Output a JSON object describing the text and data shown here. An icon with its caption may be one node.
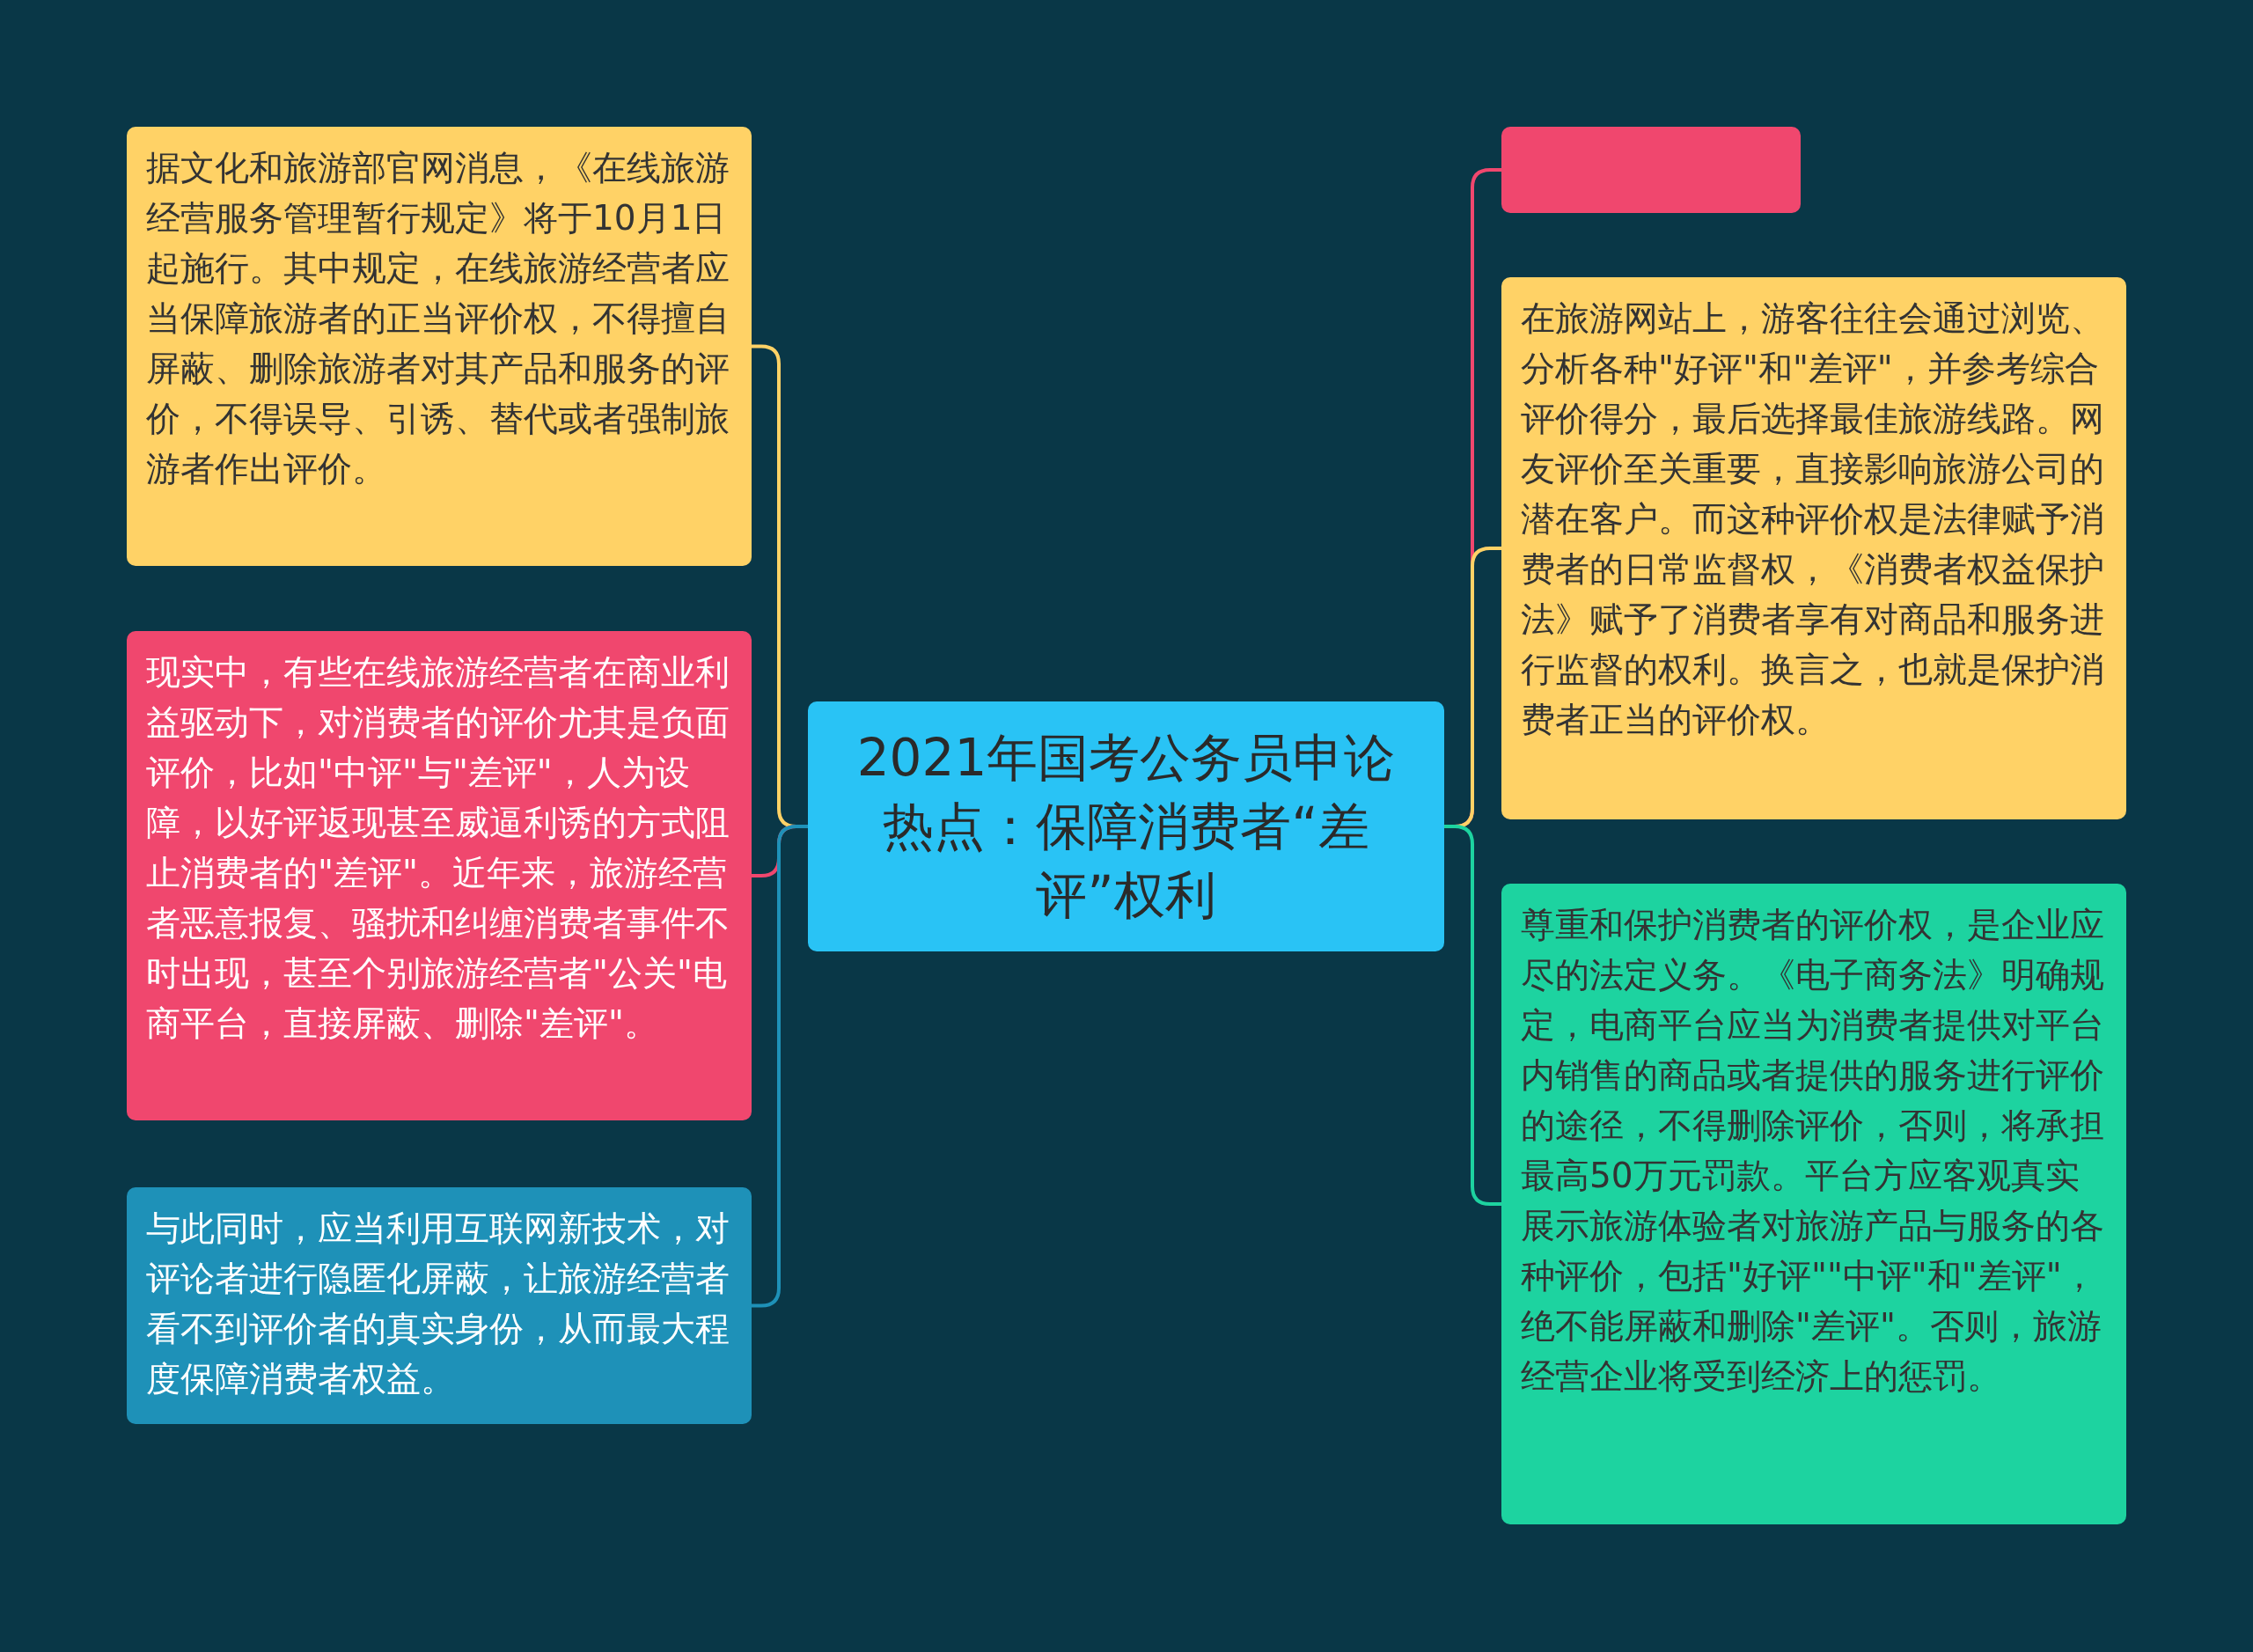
{
  "diagram": {
    "nodes": [
      {
        "text": [
          "2021年国考公务员申论热点：保障消费者“差评”权利"
        ]
      },
      {
        "text": [
          "据文化和旅游部官网消息，《在线旅游经营服务管理暂行规定》将于10月1日起施行。其中规定，在线旅游经营者应当保障旅游者的正当评价权，不得擅自屏蔽、删除旅游者对其产品和服务的评价，不得误导、引诱、替代或者强制旅游者作出评价。"
        ]
      },
      {
        "text": [
          "现实中，有些在线旅游经营者在商业利益驱动下，对消费者的评价尤其是负面评价，比如\"中评\"与\"差评\"，人为设障，以好评返现甚至威逼利诱的方式阻止消费者的\"差评\"。近年来，旅游经营者恶意报复、骚扰和纠缠消费者事件不时出现，甚至个别旅游经营者\"公关\"电商平台，直接屏蔽、删除\"差评\"。"
        ]
      },
      {
        "text": [
          "与此同时，应当利用互联网新技术，对评论者进行隐匿化屏蔽，让旅游经营者看不到评价者的真实身份，从而最大程度保障消费者权益。"
        ]
      },
      {
        "text": [],
        "shape": "box"
      },
      {
        "text": [
          "在旅游网站上，游客往往会通过浏览、分析各种\"好评\"和\"差评\"，并参考综合评价得分，最后选择最佳旅游线路。网友评价至关重要，直接影响旅游公司的潜在客户。而这种评价权是法律赋予消费者的日常监督权，《消费者权益保护法》赋予了消费者享有对商品和服务进行监督的权利。换言之，也就是保护消费者正当的评价权。"
        ]
      },
      {
        "text": [
          "尊重和保护消费者的评价权，是企业应尽的法定义务。《电子商务法》明确规定，电商平台应当为消费者提供对平台内销售的商品或者提供的服务进行评价的途径，不得删除评价，否则，将承担最高50万元罚款。平台方应客观真实展示旅游体验者对旅游产品与服务的各种评价，包括\"好评\"\"中评\"和\"差评\"，绝不能屏蔽和删除\"差评\"。否则，旅游经营企业将受到经济上的惩罚。"
        ]
      }
    ],
    "edges": [
      {
        "from": 0,
        "to": 1,
        "arrow": "none",
        "color": "#ffd266"
      },
      {
        "from": 0,
        "to": 2,
        "arrow": "none",
        "color": "#f0476e"
      },
      {
        "from": 0,
        "to": 3,
        "arrow": "none",
        "color": "#1e91b8"
      },
      {
        "from": 0,
        "to": 4,
        "arrow": "none",
        "color": "#f0476e"
      },
      {
        "from": 0,
        "to": 5,
        "arrow": "none",
        "color": "#ffd266"
      },
      {
        "from": 0,
        "to": 6,
        "arrow": "none",
        "color": "#1dd3a0"
      }
    ]
  }
}
